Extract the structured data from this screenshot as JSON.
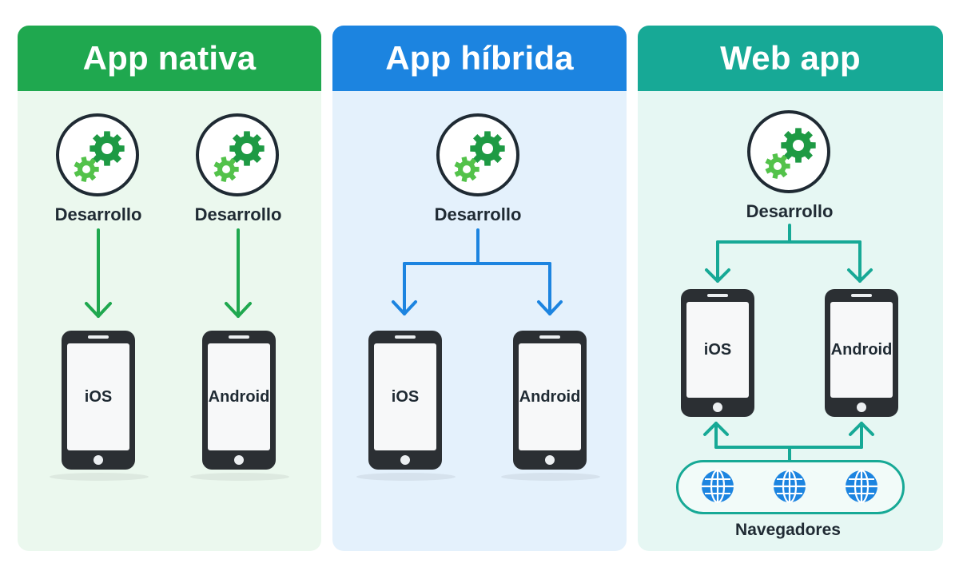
{
  "panels": {
    "native": {
      "title": "App nativa",
      "dev_labels": [
        "Desarrollo",
        "Desarrollo"
      ],
      "phones": [
        "iOS",
        "Android"
      ]
    },
    "hybrid": {
      "title": "App híbrida",
      "dev_label": "Desarrollo",
      "phones": [
        "iOS",
        "Android"
      ]
    },
    "web": {
      "title": "Web app",
      "dev_label": "Desarrollo",
      "phones": [
        "iOS",
        "Android"
      ],
      "browsers_label": "Navegadores"
    }
  },
  "icons": [
    "gears-icon",
    "smartphone-icon",
    "globe-icon",
    "arrow-down-icon",
    "arrow-up-icon"
  ],
  "colors": {
    "native": "#1fa84f",
    "hybrid": "#1c84e0",
    "web": "#17a996",
    "gear_dark": "#1e9a44",
    "gear_light": "#53c24a",
    "globe": "#1c84e0"
  }
}
